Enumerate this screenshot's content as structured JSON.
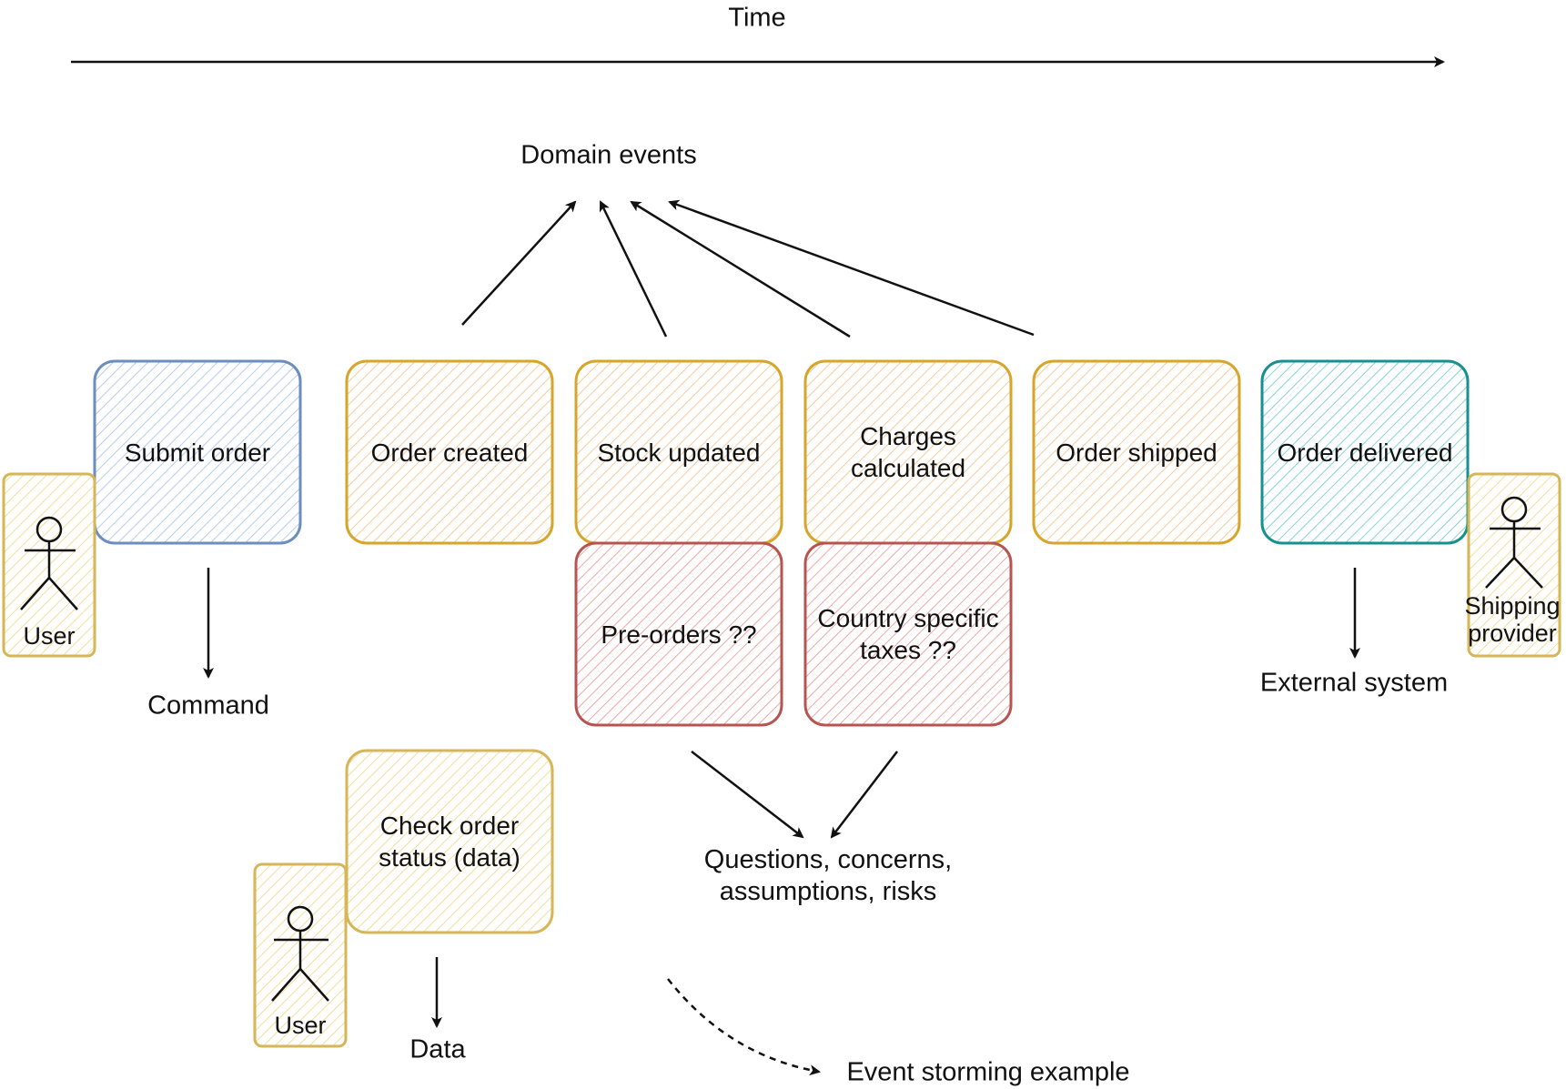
{
  "timeline": {
    "label": "Time"
  },
  "groups": {
    "domain_events": "Domain events",
    "questions_line1": "Questions, concerns,",
    "questions_line2": "assumptions, risks",
    "command": "Command",
    "external_system": "External system",
    "data": "Data",
    "example": "Event storming example"
  },
  "notes": {
    "submit_order": {
      "line1": "Submit order",
      "line2": ""
    },
    "order_created": {
      "line1": "Order created",
      "line2": ""
    },
    "stock_updated": {
      "line1": "Stock updated",
      "line2": ""
    },
    "charges_calculated": {
      "line1": "Charges",
      "line2": "calculated"
    },
    "order_shipped": {
      "line1": "Order shipped",
      "line2": ""
    },
    "order_delivered": {
      "line1": "Order delivered",
      "line2": ""
    },
    "pre_orders": {
      "line1": "Pre-orders ??",
      "line2": ""
    },
    "country_taxes": {
      "line1": "Country specific",
      "line2": "taxes ??"
    },
    "check_order_status": {
      "line1": "Check order",
      "line2": "status (data)"
    }
  },
  "actors": {
    "user_top": {
      "line1": "User",
      "line2": ""
    },
    "shipping_provider": {
      "line1": "Shipping",
      "line2": "provider"
    },
    "user_bottom": {
      "line1": "User",
      "line2": ""
    }
  },
  "colors": {
    "command": "#6c8ebf",
    "command_fill": "#dae8fc",
    "event": "#d6a52a",
    "event_fill": "#ffe6cc",
    "question": "#b85450",
    "question_fill": "#f8cecc",
    "external": "#17908f",
    "external_fill": "#b0e3e6",
    "data": "#d6b656",
    "data_fill": "#fff2cc"
  }
}
